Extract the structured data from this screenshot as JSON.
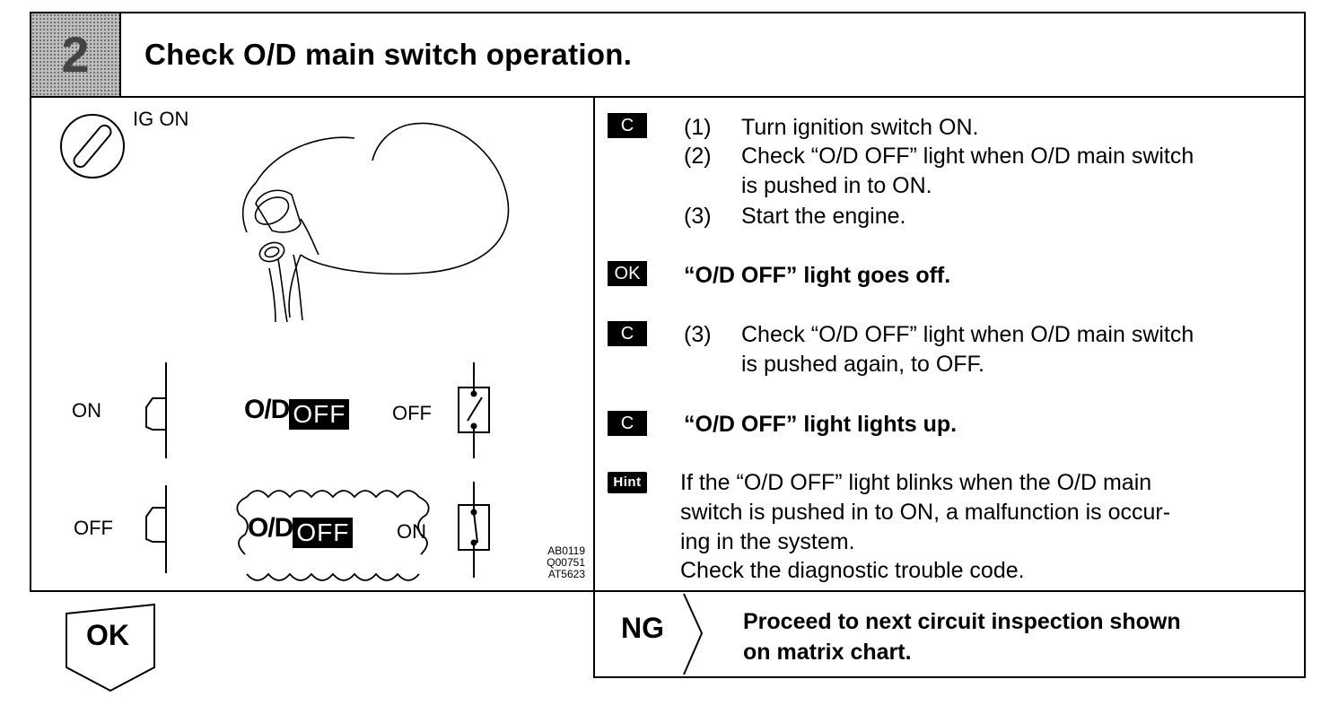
{
  "header": {
    "step_number": "2",
    "title": "Check O/D main switch operation."
  },
  "illustration": {
    "ig_label": "IG ON",
    "key_icon": "ignition-key-icon",
    "row_on": {
      "label": "ON",
      "od": "O/D",
      "off_box": "OFF",
      "switch_label": "OFF"
    },
    "row_off": {
      "label": "OFF",
      "od": "O/D",
      "off_box": "OFF",
      "switch_label": "ON"
    },
    "codes": [
      "AB0119",
      "Q00751",
      "AT5623"
    ]
  },
  "instructions": {
    "block1": {
      "badge": "C",
      "steps": [
        {
          "num": "(1)",
          "text": "Turn ignition switch ON."
        },
        {
          "num": "(2)",
          "text": "Check “O/D OFF” light when O/D main switch",
          "text2": "is pushed in to ON."
        },
        {
          "num": "(3)",
          "text": "Start the engine."
        }
      ]
    },
    "ok": {
      "badge": "OK",
      "text": "“O/D OFF” light goes off."
    },
    "block2": {
      "badge": "C",
      "num": "(3)",
      "text": "Check “O/D OFF” light when O/D main switch",
      "text2": "is pushed again, to OFF."
    },
    "block3": {
      "badge": "C",
      "text": "“O/D OFF” light lights up."
    },
    "hint": {
      "badge": "Hint",
      "lines": [
        "If the “O/D OFF” light blinks when the O/D main",
        "switch is pushed in to ON, a malfunction is occur-",
        "ing in the system.",
        "Check the diagnostic trouble code."
      ]
    }
  },
  "footer": {
    "ok_label": "OK",
    "ng_label": "NG",
    "ng_lines": [
      "Proceed to next circuit inspection shown",
      "on matrix chart."
    ]
  }
}
